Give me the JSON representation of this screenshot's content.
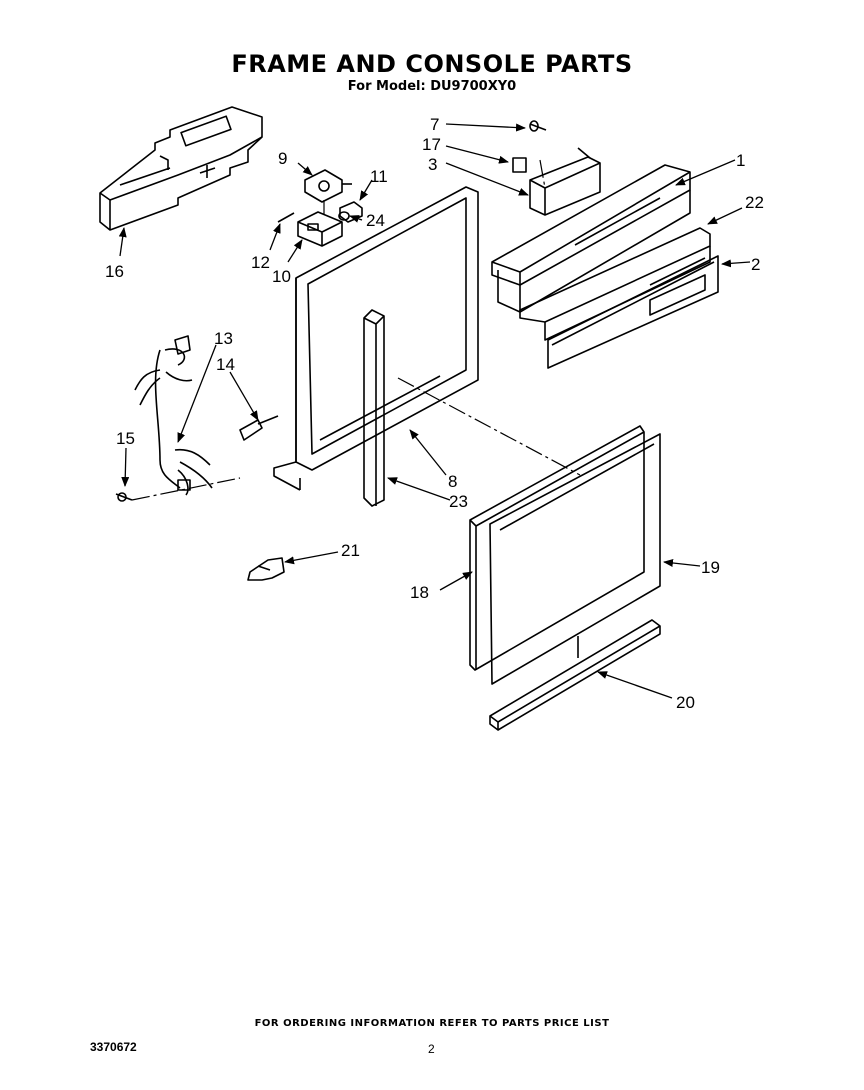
{
  "header": {
    "title": "FRAME AND CONSOLE PARTS",
    "subtitle": "For Model: DU9700XY0"
  },
  "callouts": {
    "c1": "1",
    "c2": "2",
    "c3": "3",
    "c7": "7",
    "c8": "8",
    "c9": "9",
    "c10": "10",
    "c11": "11",
    "c12": "12",
    "c13": "13",
    "c14": "14",
    "c15": "15",
    "c16": "16",
    "c17": "17",
    "c18": "18",
    "c19": "19",
    "c20": "20",
    "c21": "21",
    "c22": "22",
    "c23": "23",
    "c24": "24"
  },
  "footer": {
    "ordering_note": "FOR ORDERING INFORMATION REFER TO PARTS PRICE LIST",
    "doc_number": "3370672",
    "page_number": "2"
  }
}
